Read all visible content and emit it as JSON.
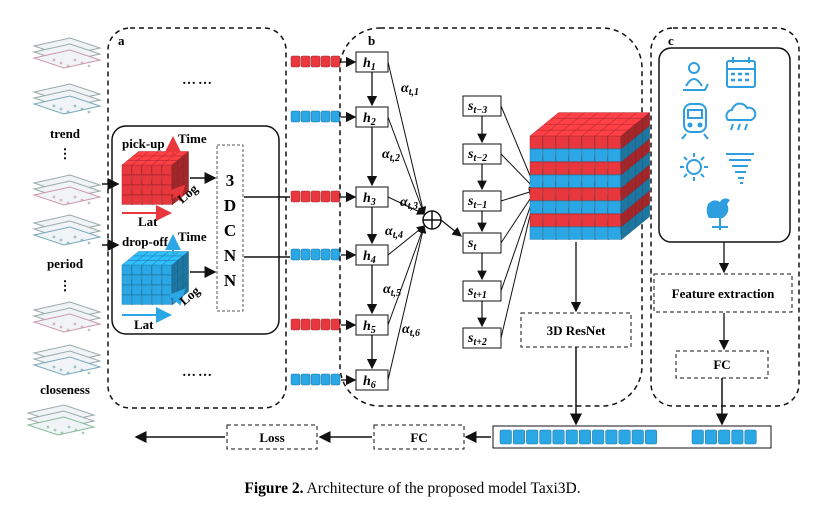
{
  "inputs": {
    "trend": "trend",
    "period": "period",
    "closeness": "closeness",
    "vdots": "⋮"
  },
  "panel_a": {
    "label": "a",
    "dots": "……",
    "pickup": {
      "label": "pick-up",
      "axis_time": "Time",
      "axis_log": "Log",
      "axis_lat": "Lat"
    },
    "dropoff": {
      "label": "drop-off",
      "axis_time": "Time",
      "axis_log": "Log",
      "axis_lat": "Lat"
    },
    "cnn_letters": [
      "3",
      "D",
      "C",
      "N",
      "N"
    ]
  },
  "panel_b": {
    "label": "b",
    "h_nodes": [
      "1",
      "2",
      "3",
      "4",
      "5",
      "6"
    ],
    "alphas": [
      "t,1",
      "t,2",
      "t,3",
      "t,4",
      "t,5",
      "t,6"
    ],
    "s_nodes": [
      "t−3",
      "t−2",
      "t−1",
      "t",
      "t+1",
      "t+2"
    ],
    "resnet": "3D ResNet"
  },
  "panel_c": {
    "label": "c",
    "icons": [
      "person-location-icon",
      "calendar-icon",
      "train-icon",
      "rain-cloud-icon",
      "sun-icon",
      "tornado-icon",
      "weathercock-icon"
    ],
    "feature": "Feature extraction",
    "fc": "FC"
  },
  "bottom": {
    "fc": "FC",
    "loss": "Loss"
  },
  "caption": {
    "label": "Figure 2.",
    "text": " Architecture of the proposed model Taxi3D."
  },
  "colors": {
    "red": "#e8383d",
    "blue": "#2aa7e4",
    "icon": "#2e9ee0",
    "dark": "#111111"
  }
}
